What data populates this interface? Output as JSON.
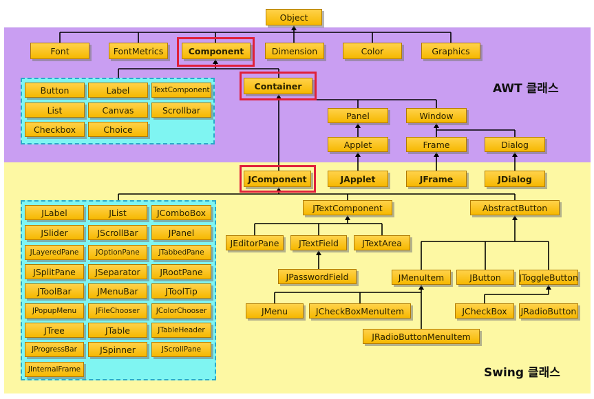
{
  "regions": {
    "awt_label": "AWT 클래스",
    "swing_label": "Swing 클래스"
  },
  "nodes": {
    "object": "Object",
    "font": "Font",
    "fontmetrics": "FontMetrics",
    "component": "Component",
    "dimension": "Dimension",
    "color": "Color",
    "graphics": "Graphics",
    "container": "Container",
    "button": "Button",
    "label": "Label",
    "textcomponent": "TextComponent",
    "list": "List",
    "canvas": "Canvas",
    "scrollbar": "Scrollbar",
    "checkbox": "Checkbox",
    "choice": "Choice",
    "panel": "Panel",
    "window": "Window",
    "applet": "Applet",
    "frame": "Frame",
    "dialog": "Dialog",
    "jcomponent": "JComponent",
    "japplet": "JApplet",
    "jframe": "JFrame",
    "jdialog": "JDialog",
    "jtextcomponent": "JTextComponent",
    "abstractbutton": "AbstractButton",
    "jeditorpane": "JEditorPane",
    "jtextfield": "JTextField",
    "jtextarea": "JTextArea",
    "jpasswordfield": "JPasswordField",
    "jmenuitem": "JMenuItem",
    "jbutton": "JButton",
    "jtogglebutton": "JToggleButton",
    "jmenu": "JMenu",
    "jcheckboxmenuitem": "JCheckBoxMenuItem",
    "jradiobuttonmenuitem": "JRadioButtonMenuItem",
    "jcheckbox": "JCheckBox",
    "jradiobutton": "JRadioButton",
    "jlabel": "JLabel",
    "jlist": "JList",
    "jcombobox": "JComboBox",
    "jslider": "JSlider",
    "jscrollbar": "JScrollBar",
    "jpanel": "JPanel",
    "jlayeredpane": "JLayeredPane",
    "joptionpane": "JOptionPane",
    "jtabbedpane": "JTabbedPane",
    "jsplitpane": "JSplitPane",
    "jseparator": "JSeparator",
    "jrootpane": "JRootPane",
    "jtoolbar": "JToolBar",
    "jmenubar": "JMenuBar",
    "jtooltip": "JToolTip",
    "jpopupmenu": "JPopupMenu",
    "jfilechooser": "JFileChooser",
    "jcolorchooser": "JColorChooser",
    "jtree": "JTree",
    "jtable": "JTable",
    "jtableheader": "JTableHeader",
    "jprogressbar": "JProgressBar",
    "jspinner": "JSpinner",
    "jscrollpane": "JScrollPane",
    "jinternalframe": "JInternalFrame"
  },
  "highlighted": [
    "component",
    "container",
    "jcomponent"
  ],
  "colors": {
    "awt_background": "#c99ef2",
    "swing_background": "#fdf8a3",
    "node_fill": "#f6b800",
    "group_fill": "#7ff5f2",
    "highlight": "#e0203a"
  }
}
